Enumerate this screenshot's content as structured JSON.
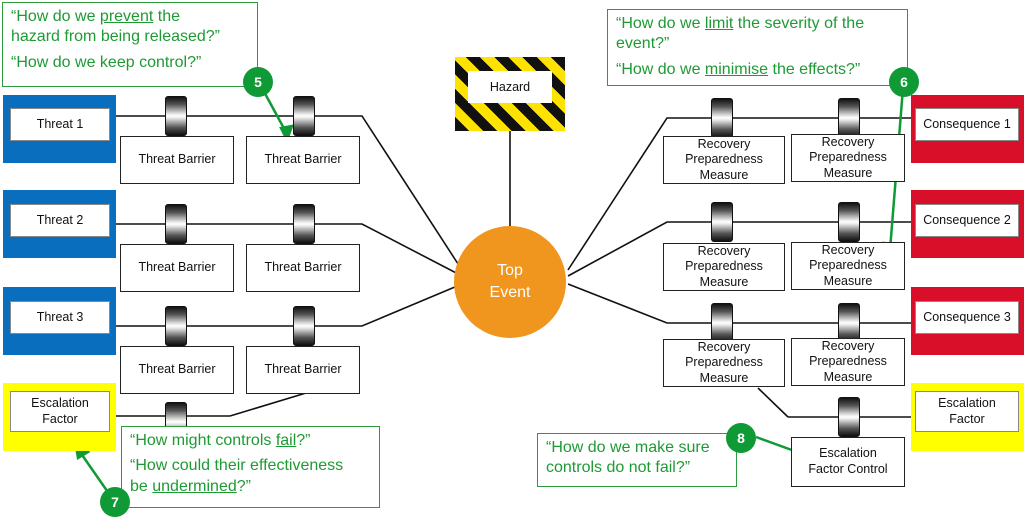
{
  "colors": {
    "threat": "#0a6ebf",
    "consequence": "#d90f2a",
    "escalation": "#ffff00",
    "top_event": "#f0951e",
    "green": "#0f9a35",
    "hazard_stripe": [
      "#111111",
      "#ffe300"
    ]
  },
  "hazard": {
    "label": "Hazard"
  },
  "top_event": {
    "line1": "Top",
    "line2": "Event"
  },
  "threats": [
    {
      "label": "Threat 1"
    },
    {
      "label": "Threat 2"
    },
    {
      "label": "Threat 3"
    }
  ],
  "escalation_left": {
    "line1": "Escalation",
    "line2": "Factor"
  },
  "escalation_right": {
    "line1": "Escalation",
    "line2": "Factor"
  },
  "consequences": [
    {
      "label": "Consequence 1"
    },
    {
      "label": "Consequence 2"
    },
    {
      "label": "Consequence 3"
    }
  ],
  "threat_barriers": [
    {
      "label": "Threat Barrier"
    },
    {
      "label": "Threat Barrier"
    },
    {
      "label": "Threat Barrier"
    },
    {
      "label": "Threat Barrier"
    },
    {
      "label": "Threat Barrier"
    },
    {
      "label": "Threat Barrier"
    }
  ],
  "recovery_measures": [
    {
      "line1": "Recovery",
      "line2": "Preparedness",
      "line3": "Measure"
    },
    {
      "line1": "Recovery",
      "line2": "Preparedness",
      "line3": "Measure"
    },
    {
      "line1": "Recovery",
      "line2": "Preparedness",
      "line3": "Measure"
    },
    {
      "line1": "Recovery",
      "line2": "Preparedness",
      "line3": "Measure"
    },
    {
      "line1": "Recovery",
      "line2": "Preparedness",
      "line3": "Measure"
    },
    {
      "line1": "Recovery",
      "line2": "Preparedness",
      "line3": "Measure"
    }
  ],
  "escalation_control": {
    "line1": "Escalation",
    "line2": "Factor Control"
  },
  "questions": {
    "q5": {
      "l1a": "“How do we ",
      "l1u": "prevent",
      "l1b": " the",
      "l2": "hazard from being released?”",
      "l3": "“How do we keep control?”"
    },
    "q6": {
      "l1a": "“How do we ",
      "l1u": "limit",
      "l1b": " the severity of the",
      "l2": "event?”",
      "l3a": "“How do we ",
      "l3u": "minimise",
      "l3b": " the effects?”"
    },
    "q7": {
      "l1a": "“How might controls ",
      "l1u": "fail",
      "l1b": "?”",
      "l2": "“How could their effectiveness",
      "l3a": "be ",
      "l3u": "undermined",
      "l3b": "?”"
    },
    "q8": {
      "l1": "“How do we make sure",
      "l2": "controls do not fail?”"
    }
  },
  "badges": {
    "b5": "5",
    "b6": "6",
    "b7": "7",
    "b8": "8"
  }
}
